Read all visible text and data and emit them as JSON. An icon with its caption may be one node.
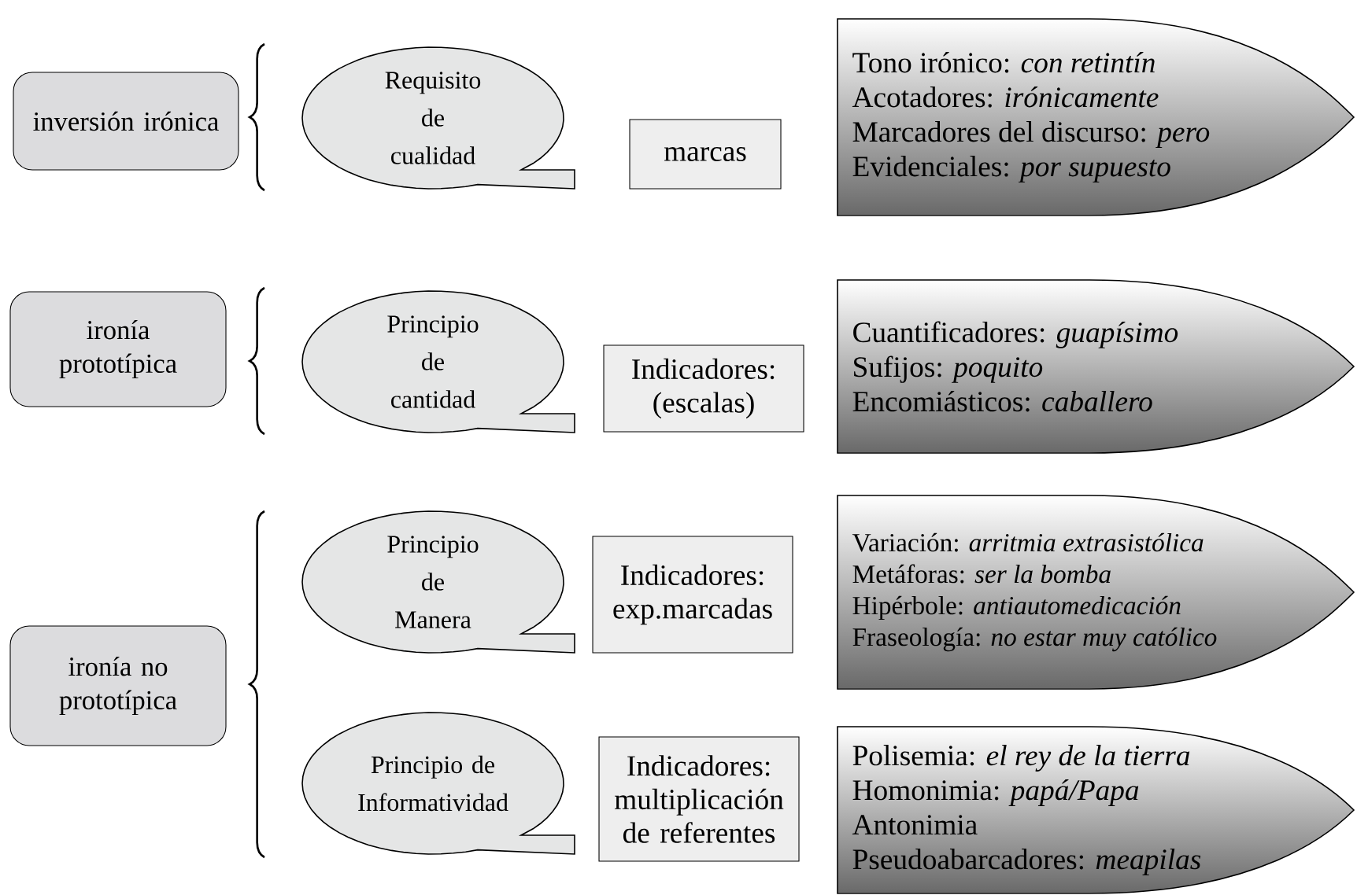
{
  "diagram": {
    "nodes": [
      {
        "text": [
          "inversión irónica"
        ]
      },
      {
        "text": [
          "Requisito de cualidad"
        ]
      },
      {
        "text": [
          "marcas"
        ]
      },
      {
        "text": [
          "Tono irónico: *con retintín*",
          "Acotadores: *irónicamente*",
          "Marcadores del discurso: *pero*",
          "Evidenciales: *por supuesto*"
        ]
      },
      {
        "text": [
          "ironía prototípica"
        ]
      },
      {
        "text": [
          "Principio de cantidad"
        ]
      },
      {
        "text": [
          "Indicadores: (escalas)"
        ]
      },
      {
        "text": [
          "Cuantificadores: *guapísimo*",
          "Sufijos: *poquito*",
          "Encomiásticos: *caballero*"
        ]
      },
      {
        "text": [
          "ironía no prototípica"
        ]
      },
      {
        "text": [
          "Principio de Manera"
        ]
      },
      {
        "text": [
          "Indicadores: exp.marcadas"
        ]
      },
      {
        "text": [
          "Variación: *arritmia extrasistólica*",
          "Metáforas: *ser la bomba*",
          "Hipérbole: *antiautomedicación*",
          "Fraseología: *no estar muy católico*"
        ]
      },
      {
        "text": [
          "Principio de Informatividad"
        ]
      },
      {
        "text": [
          "Indicadores: multiplicación de referentes"
        ]
      },
      {
        "text": [
          "Polisemia: *el rey de la tierra*",
          "Homonimia: *papá/Papa*",
          "Antonimia",
          "Pseudoabarcadores: *meapilas*"
        ]
      }
    ]
  }
}
